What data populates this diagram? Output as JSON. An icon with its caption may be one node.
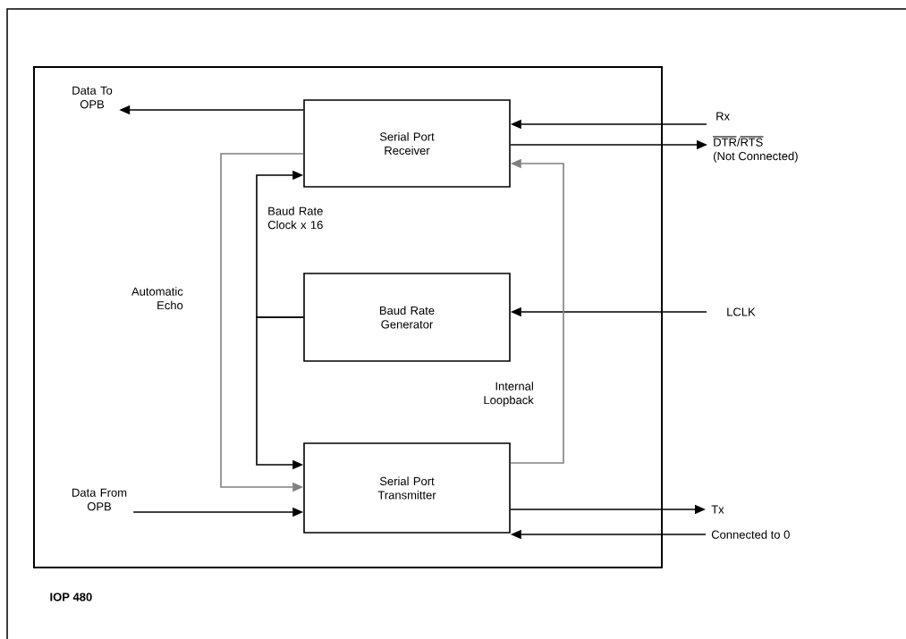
{
  "diagram": {
    "nodes": [
      {
        "text": [
          "IOP 480"
        ]
      },
      {
        "text": [
          "Serial Port Receiver"
        ],
        "in": 0
      },
      {
        "text": [
          "Baud Rate Generator"
        ],
        "in": 0
      },
      {
        "text": [
          "Serial Port Transmitter"
        ],
        "in": 0
      },
      {
        "text": [
          "Data To OPB"
        ],
        "in": 0
      },
      {
        "text": [
          "Data From OPB"
        ],
        "in": 0
      },
      {
        "text": [
          "Rx"
        ]
      },
      {
        "text": [
          "DTR/RTS",
          "(Not Connected)"
        ]
      },
      {
        "text": [
          "LCLK"
        ]
      },
      {
        "text": [
          "Tx"
        ]
      },
      {
        "text": [
          "Connected to 0"
        ]
      }
    ],
    "edges": [
      {
        "from": 1,
        "to": 4,
        "arrow": "to"
      },
      {
        "from": 6,
        "to": 1,
        "arrow": "to"
      },
      {
        "from": 1,
        "to": 7,
        "arrow": "to"
      },
      {
        "from": 8,
        "to": 2,
        "arrow": "to"
      },
      {
        "from": 2,
        "to": 1,
        "arrow": "to",
        "label": "Baud Rate Clock x 16"
      },
      {
        "from": 2,
        "to": 3,
        "arrow": "to"
      },
      {
        "from": 1,
        "to": 3,
        "arrow": "to",
        "label": "Automatic Echo",
        "color": "#808080"
      },
      {
        "from": 3,
        "to": 1,
        "arrow": "to",
        "label": "Internal Loopback",
        "color": "#808080"
      },
      {
        "from": 5,
        "to": 3,
        "arrow": "to"
      },
      {
        "from": 3,
        "to": 9,
        "arrow": "to"
      },
      {
        "from": 10,
        "to": 3,
        "arrow": "to"
      }
    ]
  }
}
